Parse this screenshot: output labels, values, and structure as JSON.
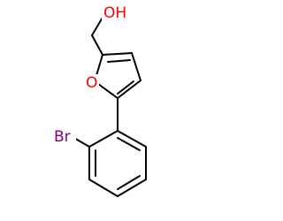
{
  "molecule": {
    "atoms": {
      "oh": {
        "text": "OH",
        "color": "#ff0000"
      },
      "furan_o": {
        "text": "O",
        "color": "#ff0000"
      },
      "br": {
        "text": "Br",
        "color": "#800080"
      }
    },
    "bond_color": "#000000"
  }
}
